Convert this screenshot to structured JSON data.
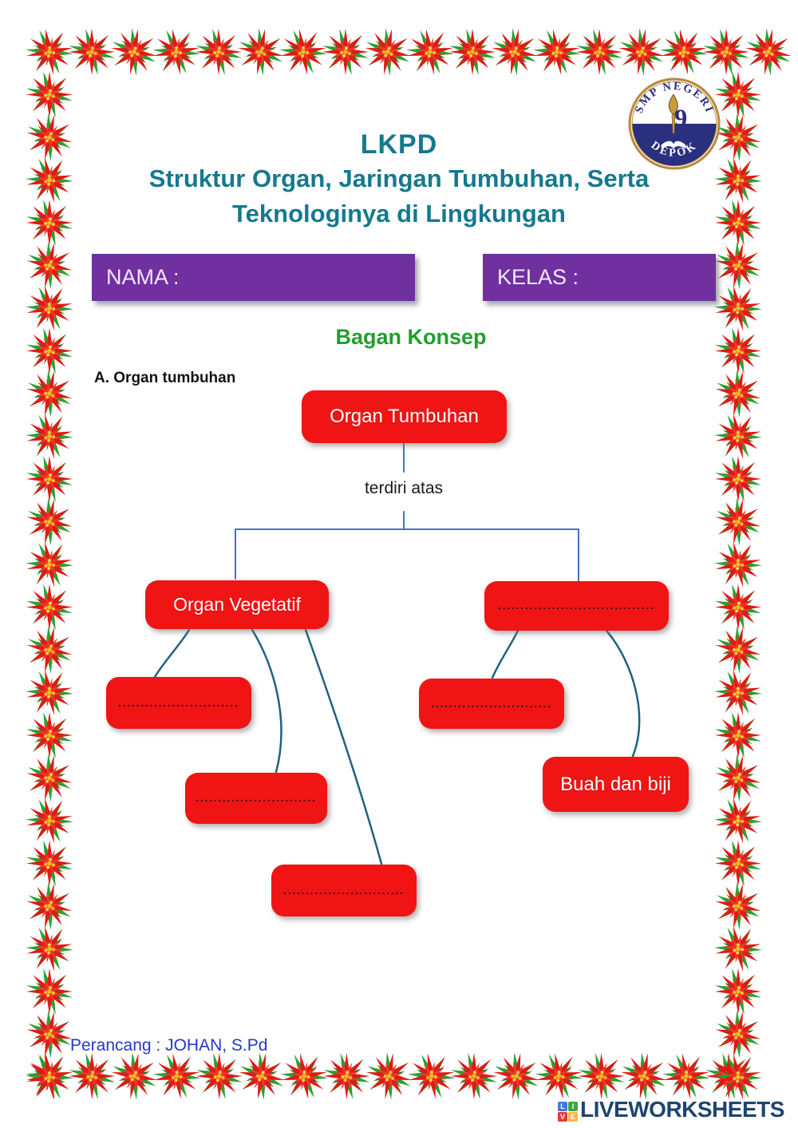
{
  "header": {
    "title": "LKPD",
    "subtitle_line1": "Struktur Organ, Jaringan Tumbuhan, Serta",
    "subtitle_line2": "Teknologinya di Lingkungan",
    "logo": {
      "icon": "school-emblem-icon",
      "arc_top": "SMP NEGERI",
      "number": "9",
      "arc_bottom": "DEPOK"
    }
  },
  "fields": {
    "nama_label": "NAMA :",
    "kelas_label": "KELAS :"
  },
  "body": {
    "section_title": "Bagan Konsep",
    "list_label": "A.  Organ tumbuhan"
  },
  "concept_map": {
    "root_label": "Organ Tumbuhan",
    "edge_label": "terdiri atas",
    "left_branch_label": "Organ Vegetatif",
    "right_branch_blank": "...................................",
    "left_child_blank_1": "...........................",
    "left_child_blank_2": "...........................",
    "left_child_blank_3": "...........................",
    "right_child_blank": "...........................",
    "right_child_label": "Buah dan biji"
  },
  "footer": {
    "designer": "Perancang : JOHAN, S.Pd",
    "brand": {
      "blocks": [
        "L",
        "I",
        "V",
        "E"
      ],
      "text": "LIVEWORKSHEETS"
    }
  },
  "colors": {
    "title_teal": "#15798E",
    "field_purple": "#7030A0",
    "heading_green": "#1E9F2D",
    "node_red": "#F01414",
    "connector_blue": "#4472C4",
    "connector_teal": "#1F6280",
    "designer_blue": "#2438C9",
    "brand_navy": "#1D4470"
  },
  "icons": {
    "border_flower": "poinsettia-flower-icon"
  }
}
